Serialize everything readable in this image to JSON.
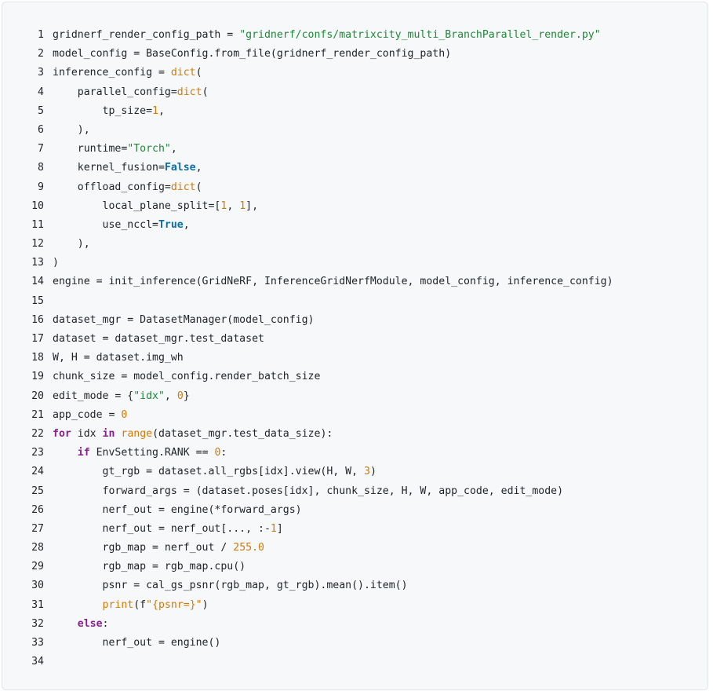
{
  "colors": {
    "panel_background": "#f6f8fa",
    "panel_border": "#e1e4e8",
    "text": "#1f2328",
    "string": "#22863a",
    "builtin_or_number": "#d07a0a",
    "constant": "#0b6ea8",
    "keyword": "#8a1f8f"
  },
  "lines": [
    {
      "num": "1",
      "tokens": [
        {
          "t": "gridnerf_render_config_path = ",
          "k": "plain"
        },
        {
          "t": "\"gridnerf/confs/matrixcity_multi_BranchParallel_render.py\"",
          "k": "str"
        }
      ]
    },
    {
      "num": "2",
      "tokens": [
        {
          "t": "model_config = BaseConfig.from_file(gridnerf_render_config_path)",
          "k": "plain"
        }
      ]
    },
    {
      "num": "3",
      "tokens": [
        {
          "t": "inference_config = ",
          "k": "plain"
        },
        {
          "t": "dict",
          "k": "builtin"
        },
        {
          "t": "(",
          "k": "plain"
        }
      ]
    },
    {
      "num": "4",
      "tokens": [
        {
          "t": "    parallel_config=",
          "k": "plain"
        },
        {
          "t": "dict",
          "k": "builtin"
        },
        {
          "t": "(",
          "k": "plain"
        }
      ]
    },
    {
      "num": "5",
      "tokens": [
        {
          "t": "        tp_size=",
          "k": "plain"
        },
        {
          "t": "1",
          "k": "num"
        },
        {
          "t": ",",
          "k": "plain"
        }
      ]
    },
    {
      "num": "6",
      "tokens": [
        {
          "t": "    ),",
          "k": "plain"
        }
      ]
    },
    {
      "num": "7",
      "tokens": [
        {
          "t": "    runtime=",
          "k": "plain"
        },
        {
          "t": "\"Torch\"",
          "k": "str"
        },
        {
          "t": ",",
          "k": "plain"
        }
      ]
    },
    {
      "num": "8",
      "tokens": [
        {
          "t": "    kernel_fusion=",
          "k": "plain"
        },
        {
          "t": "False",
          "k": "const"
        },
        {
          "t": ",",
          "k": "plain"
        }
      ]
    },
    {
      "num": "9",
      "tokens": [
        {
          "t": "    offload_config=",
          "k": "plain"
        },
        {
          "t": "dict",
          "k": "builtin"
        },
        {
          "t": "(",
          "k": "plain"
        }
      ]
    },
    {
      "num": "10",
      "tokens": [
        {
          "t": "        local_plane_split=[",
          "k": "plain"
        },
        {
          "t": "1",
          "k": "num"
        },
        {
          "t": ", ",
          "k": "plain"
        },
        {
          "t": "1",
          "k": "num"
        },
        {
          "t": "],",
          "k": "plain"
        }
      ]
    },
    {
      "num": "11",
      "tokens": [
        {
          "t": "        use_nccl=",
          "k": "plain"
        },
        {
          "t": "True",
          "k": "const"
        },
        {
          "t": ",",
          "k": "plain"
        }
      ]
    },
    {
      "num": "12",
      "tokens": [
        {
          "t": "    ),",
          "k": "plain"
        }
      ]
    },
    {
      "num": "13",
      "tokens": [
        {
          "t": ")",
          "k": "plain"
        }
      ]
    },
    {
      "num": "14",
      "tokens": [
        {
          "t": "engine = init_inference(GridNeRF, InferenceGridNerfModule, model_config, inference_config)",
          "k": "plain"
        }
      ]
    },
    {
      "num": "15",
      "tokens": []
    },
    {
      "num": "16",
      "tokens": [
        {
          "t": "dataset_mgr = DatasetManager(model_config)",
          "k": "plain"
        }
      ]
    },
    {
      "num": "17",
      "tokens": [
        {
          "t": "dataset = dataset_mgr.test_dataset",
          "k": "plain"
        }
      ]
    },
    {
      "num": "18",
      "tokens": [
        {
          "t": "W, H = dataset.img_wh",
          "k": "plain"
        }
      ]
    },
    {
      "num": "19",
      "tokens": [
        {
          "t": "chunk_size = model_config.render_batch_size",
          "k": "plain"
        }
      ]
    },
    {
      "num": "20",
      "tokens": [
        {
          "t": "edit_mode = {",
          "k": "plain"
        },
        {
          "t": "\"idx\"",
          "k": "str"
        },
        {
          "t": ", ",
          "k": "plain"
        },
        {
          "t": "0",
          "k": "num"
        },
        {
          "t": "}",
          "k": "plain"
        }
      ]
    },
    {
      "num": "21",
      "tokens": [
        {
          "t": "app_code = ",
          "k": "plain"
        },
        {
          "t": "0",
          "k": "num"
        }
      ]
    },
    {
      "num": "22",
      "tokens": [
        {
          "t": "for",
          "k": "kw"
        },
        {
          "t": " idx ",
          "k": "plain"
        },
        {
          "t": "in",
          "k": "kw"
        },
        {
          "t": " ",
          "k": "plain"
        },
        {
          "t": "range",
          "k": "builtin"
        },
        {
          "t": "(dataset_mgr.test_data_size):",
          "k": "plain"
        }
      ]
    },
    {
      "num": "23",
      "tokens": [
        {
          "t": "    ",
          "k": "plain"
        },
        {
          "t": "if",
          "k": "kw"
        },
        {
          "t": " EnvSetting.RANK == ",
          "k": "plain"
        },
        {
          "t": "0",
          "k": "num"
        },
        {
          "t": ":",
          "k": "plain"
        }
      ]
    },
    {
      "num": "24",
      "tokens": [
        {
          "t": "        gt_rgb = dataset.all_rgbs[idx].view(H, W, ",
          "k": "plain"
        },
        {
          "t": "3",
          "k": "num"
        },
        {
          "t": ")",
          "k": "plain"
        }
      ]
    },
    {
      "num": "25",
      "tokens": [
        {
          "t": "        forward_args = (dataset.poses[idx], chunk_size, H, W, app_code, edit_mode)",
          "k": "plain"
        }
      ]
    },
    {
      "num": "26",
      "tokens": [
        {
          "t": "        nerf_out = engine(*forward_args)",
          "k": "plain"
        }
      ]
    },
    {
      "num": "27",
      "tokens": [
        {
          "t": "        nerf_out = nerf_out[..., :-",
          "k": "plain"
        },
        {
          "t": "1",
          "k": "num"
        },
        {
          "t": "]",
          "k": "plain"
        }
      ]
    },
    {
      "num": "28",
      "tokens": [
        {
          "t": "        rgb_map = nerf_out / ",
          "k": "plain"
        },
        {
          "t": "255.0",
          "k": "num"
        }
      ]
    },
    {
      "num": "29",
      "tokens": [
        {
          "t": "        rgb_map = rgb_map.cpu()",
          "k": "plain"
        }
      ]
    },
    {
      "num": "30",
      "tokens": [
        {
          "t": "        psnr = cal_gs_psnr(rgb_map, gt_rgb).mean().item()",
          "k": "plain"
        }
      ]
    },
    {
      "num": "31",
      "tokens": [
        {
          "t": "        ",
          "k": "plain"
        },
        {
          "t": "print",
          "k": "builtin"
        },
        {
          "t": "(f",
          "k": "plain"
        },
        {
          "t": "\"{psnr=}\"",
          "k": "builtin"
        },
        {
          "t": ")",
          "k": "plain"
        }
      ]
    },
    {
      "num": "32",
      "tokens": [
        {
          "t": "    ",
          "k": "plain"
        },
        {
          "t": "else",
          "k": "kw"
        },
        {
          "t": ":",
          "k": "plain"
        }
      ]
    },
    {
      "num": "33",
      "tokens": [
        {
          "t": "        nerf_out = engine()",
          "k": "plain"
        }
      ]
    },
    {
      "num": "34",
      "tokens": []
    }
  ]
}
